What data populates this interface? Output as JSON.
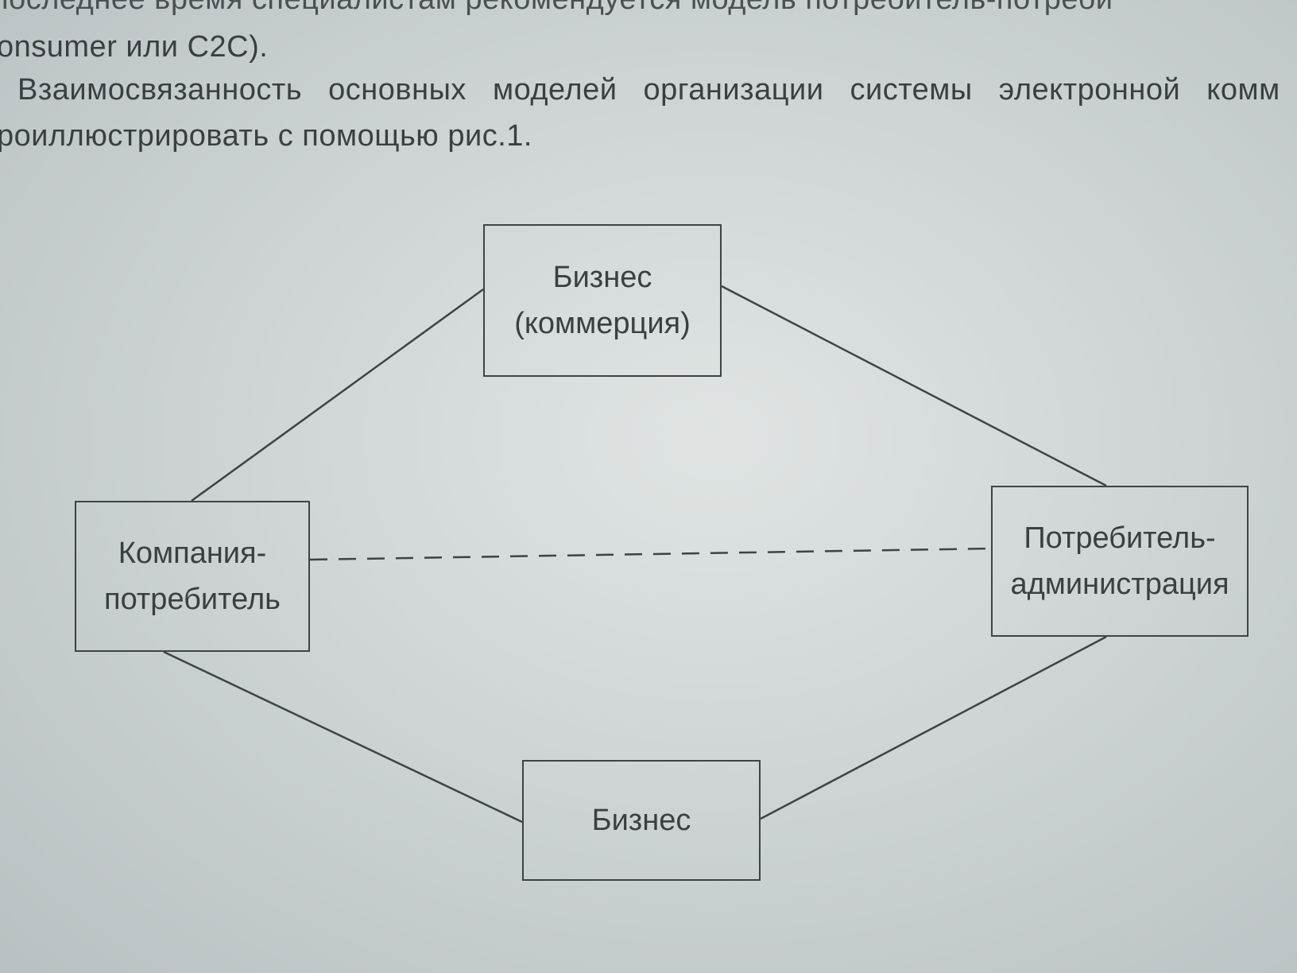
{
  "text": {
    "line1": "последнее время специалистам рекомендуется модель потребитель-потреби",
    "line2": "onsumer или C2C).",
    "line3": "Взаимосвязанность основных моделей организации системы электронной комм",
    "line4": "роиллюстрировать с помощью рис.1."
  },
  "diagram": {
    "top": {
      "line1": "Бизнес",
      "line2": "(коммерция)"
    },
    "left": {
      "line1": "Компания-",
      "line2": "потребитель"
    },
    "right": {
      "line1": "Потребитель-",
      "line2": "администрация"
    },
    "bottom": {
      "line1": "Бизнес"
    },
    "colors": {
      "stroke": "#3d4346",
      "background": "#cfd5d6"
    }
  }
}
